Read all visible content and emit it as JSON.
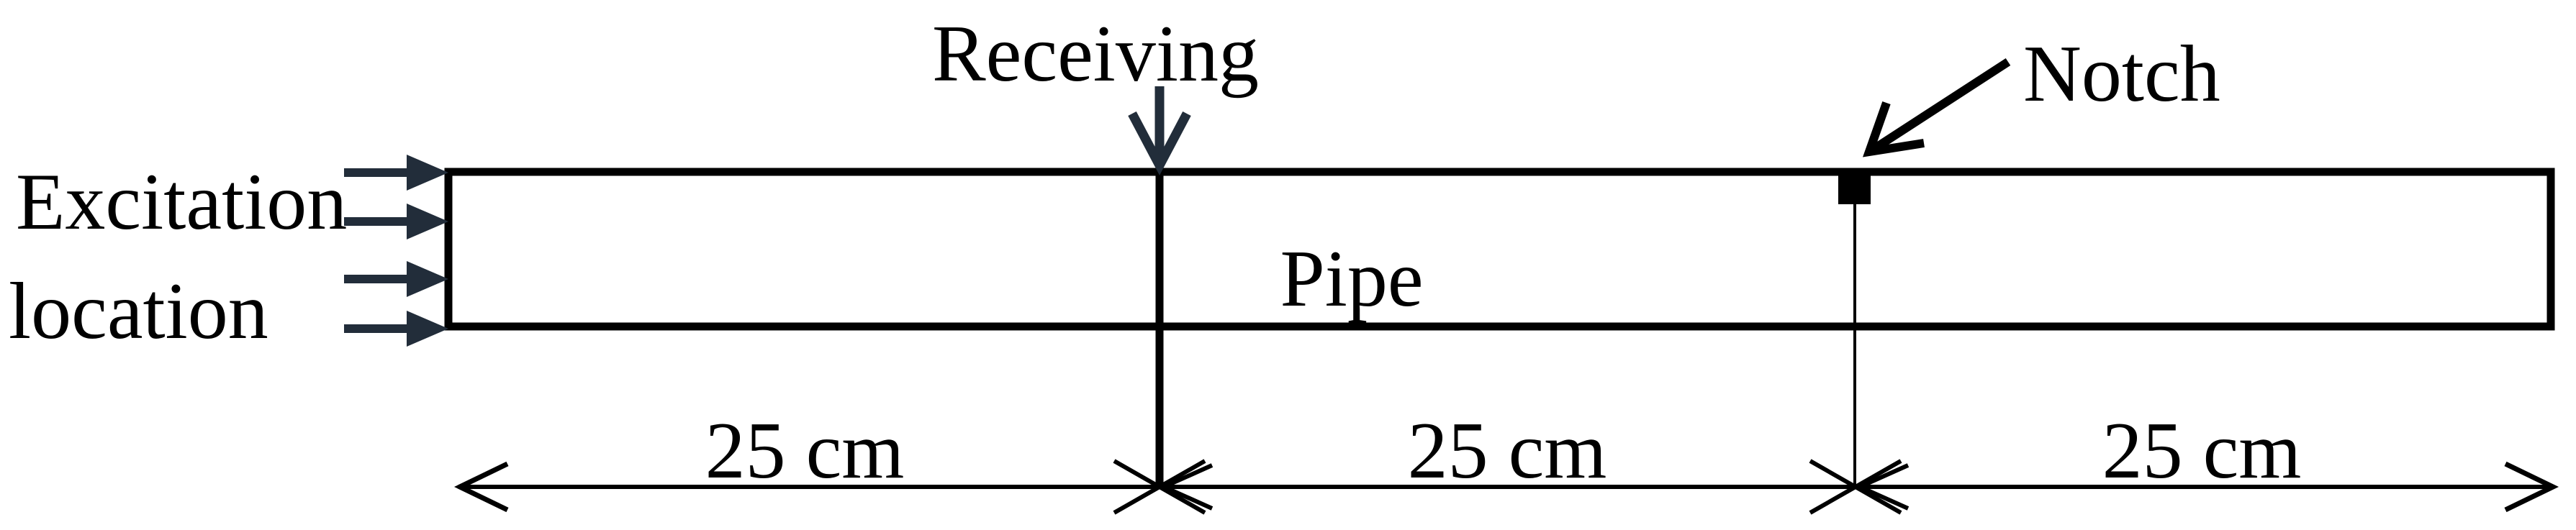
{
  "diagram": {
    "labels": {
      "excitation_line1": "Excitation",
      "excitation_line2": "location",
      "receiving": "Receiving",
      "notch": "Notch",
      "pipe": "Pipe"
    },
    "dimension_labels": [
      "25 cm",
      "25 cm",
      "25 cm"
    ],
    "colors": {
      "ink": "#000000",
      "accent_arrow": "#222d3a",
      "background": "#ffffff"
    }
  }
}
